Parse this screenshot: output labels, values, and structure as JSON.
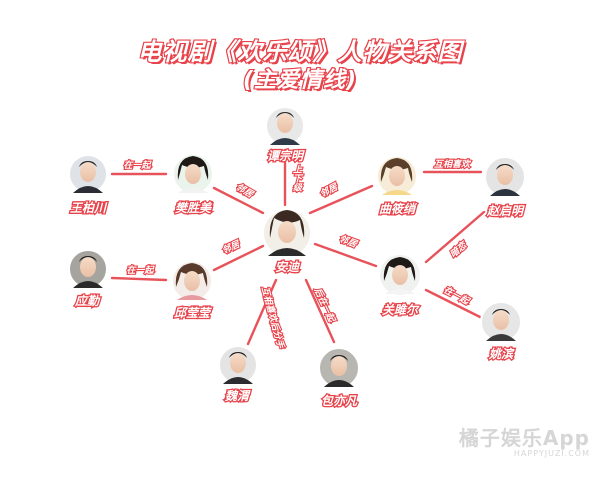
{
  "title": {
    "line1": "电视剧《欢乐颂》人物关系图",
    "line2": "(主爱情线)"
  },
  "colors": {
    "accent": "#e8424a",
    "line": "#e8525a"
  },
  "nodes": {
    "andi": "安迪",
    "tan": "谭宗明",
    "fan": "樊胜美",
    "wang": "王柏川",
    "qiu": "邱莹莹",
    "ying": "应勤",
    "qu": "曲筱绡",
    "zhao": "赵启明",
    "guan": "关雎尔",
    "yao": "姚滨",
    "wei": "魏渭",
    "bao": "包亦凡"
  },
  "relations": {
    "tan_andi": "上下级",
    "fan_andi": "邻居",
    "qiu_andi": "邻居",
    "qu_andi": "邻居",
    "guan_andi": "邻居",
    "wei_andi": "互相喜欢后分手",
    "bao_andi": "后在一起",
    "wang_fan": "在一起",
    "ying_qiu": "在一起",
    "qu_zhao": "互相喜欢",
    "guan_zhao": "暗恋",
    "guan_yao": "在一起"
  },
  "watermark": {
    "brand": "橘子娱乐App",
    "url": "HAPPYJUZI.COM"
  }
}
